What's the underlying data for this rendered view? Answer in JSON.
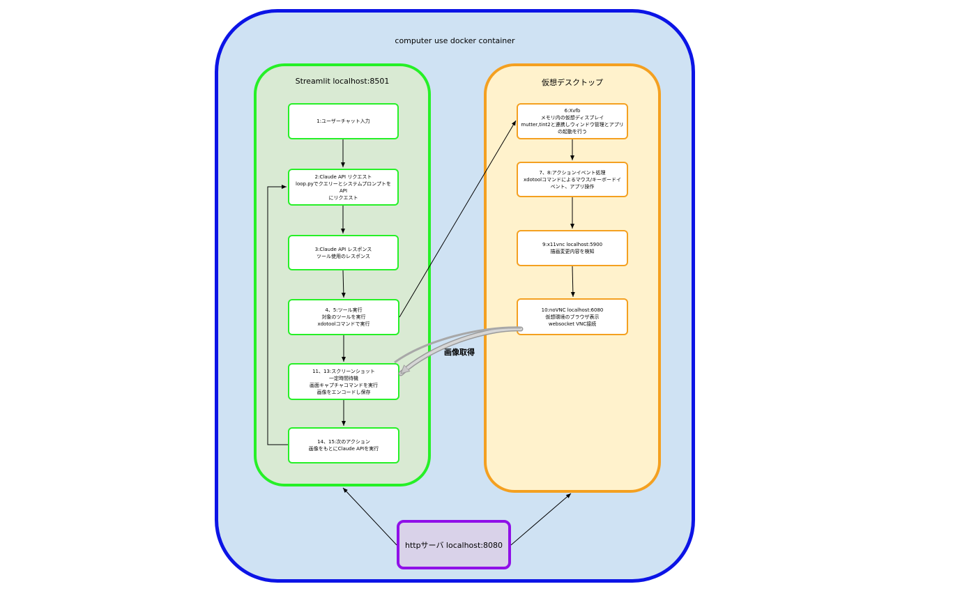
{
  "container": {
    "label": "computer use docker container"
  },
  "streamlit": {
    "title": "Streamlit localhost:8501",
    "steps": [
      {
        "label": "1:ユーザーチャット入力"
      },
      {
        "label": "2:Claude API リクエスト\nloop.pyでクエリーとシステムプロンプトをAPI\nにリクエスト"
      },
      {
        "label": "3:Claude API レスポンス\nツール使用のレスポンス"
      },
      {
        "label": "4、5:ツール実行\n対象のツールを実行\nxdotoolコマンドで実行"
      },
      {
        "label": "11、13:スクリーンショット\n一定時間待機\n画面キャプチャコマンドを実行\n画像をエンコードし保存"
      },
      {
        "label": "14、15:次のアクション\n画像をもとにClaude APIを実行"
      }
    ]
  },
  "desktop": {
    "title": "仮想デスクトップ",
    "steps": [
      {
        "label": "6:Xvfb\nメモリ内の仮想ディスプレイ\nmutter,tint2と連携しウィンドウ管理とアプリ\nの起動を行う"
      },
      {
        "label": "7、8:アクションイベント処理\nxdotoolコマンドによるマウス/キーボードイ\nベント、アプリ操作"
      },
      {
        "label": "9:x11vnc localhost:5900\n描画変更内容を検知"
      },
      {
        "label": "10:noVNC localhost:6080\n仮想環境のブラウザ表示\nwebsocket VNC接続"
      }
    ]
  },
  "http_server": {
    "label": "httpサーバ localhost:8080"
  },
  "edges": {
    "image_fetch_label": "画像取得"
  },
  "colors": {
    "container_border": "#0c14e6",
    "container_fill": "#cfe2f3",
    "streamlit_border": "#26f027",
    "streamlit_fill": "#d9ead3",
    "desktop_border": "#f4a020",
    "desktop_fill": "#fff2cc",
    "http_border": "#9010e8",
    "http_fill": "#d9d2e9"
  }
}
